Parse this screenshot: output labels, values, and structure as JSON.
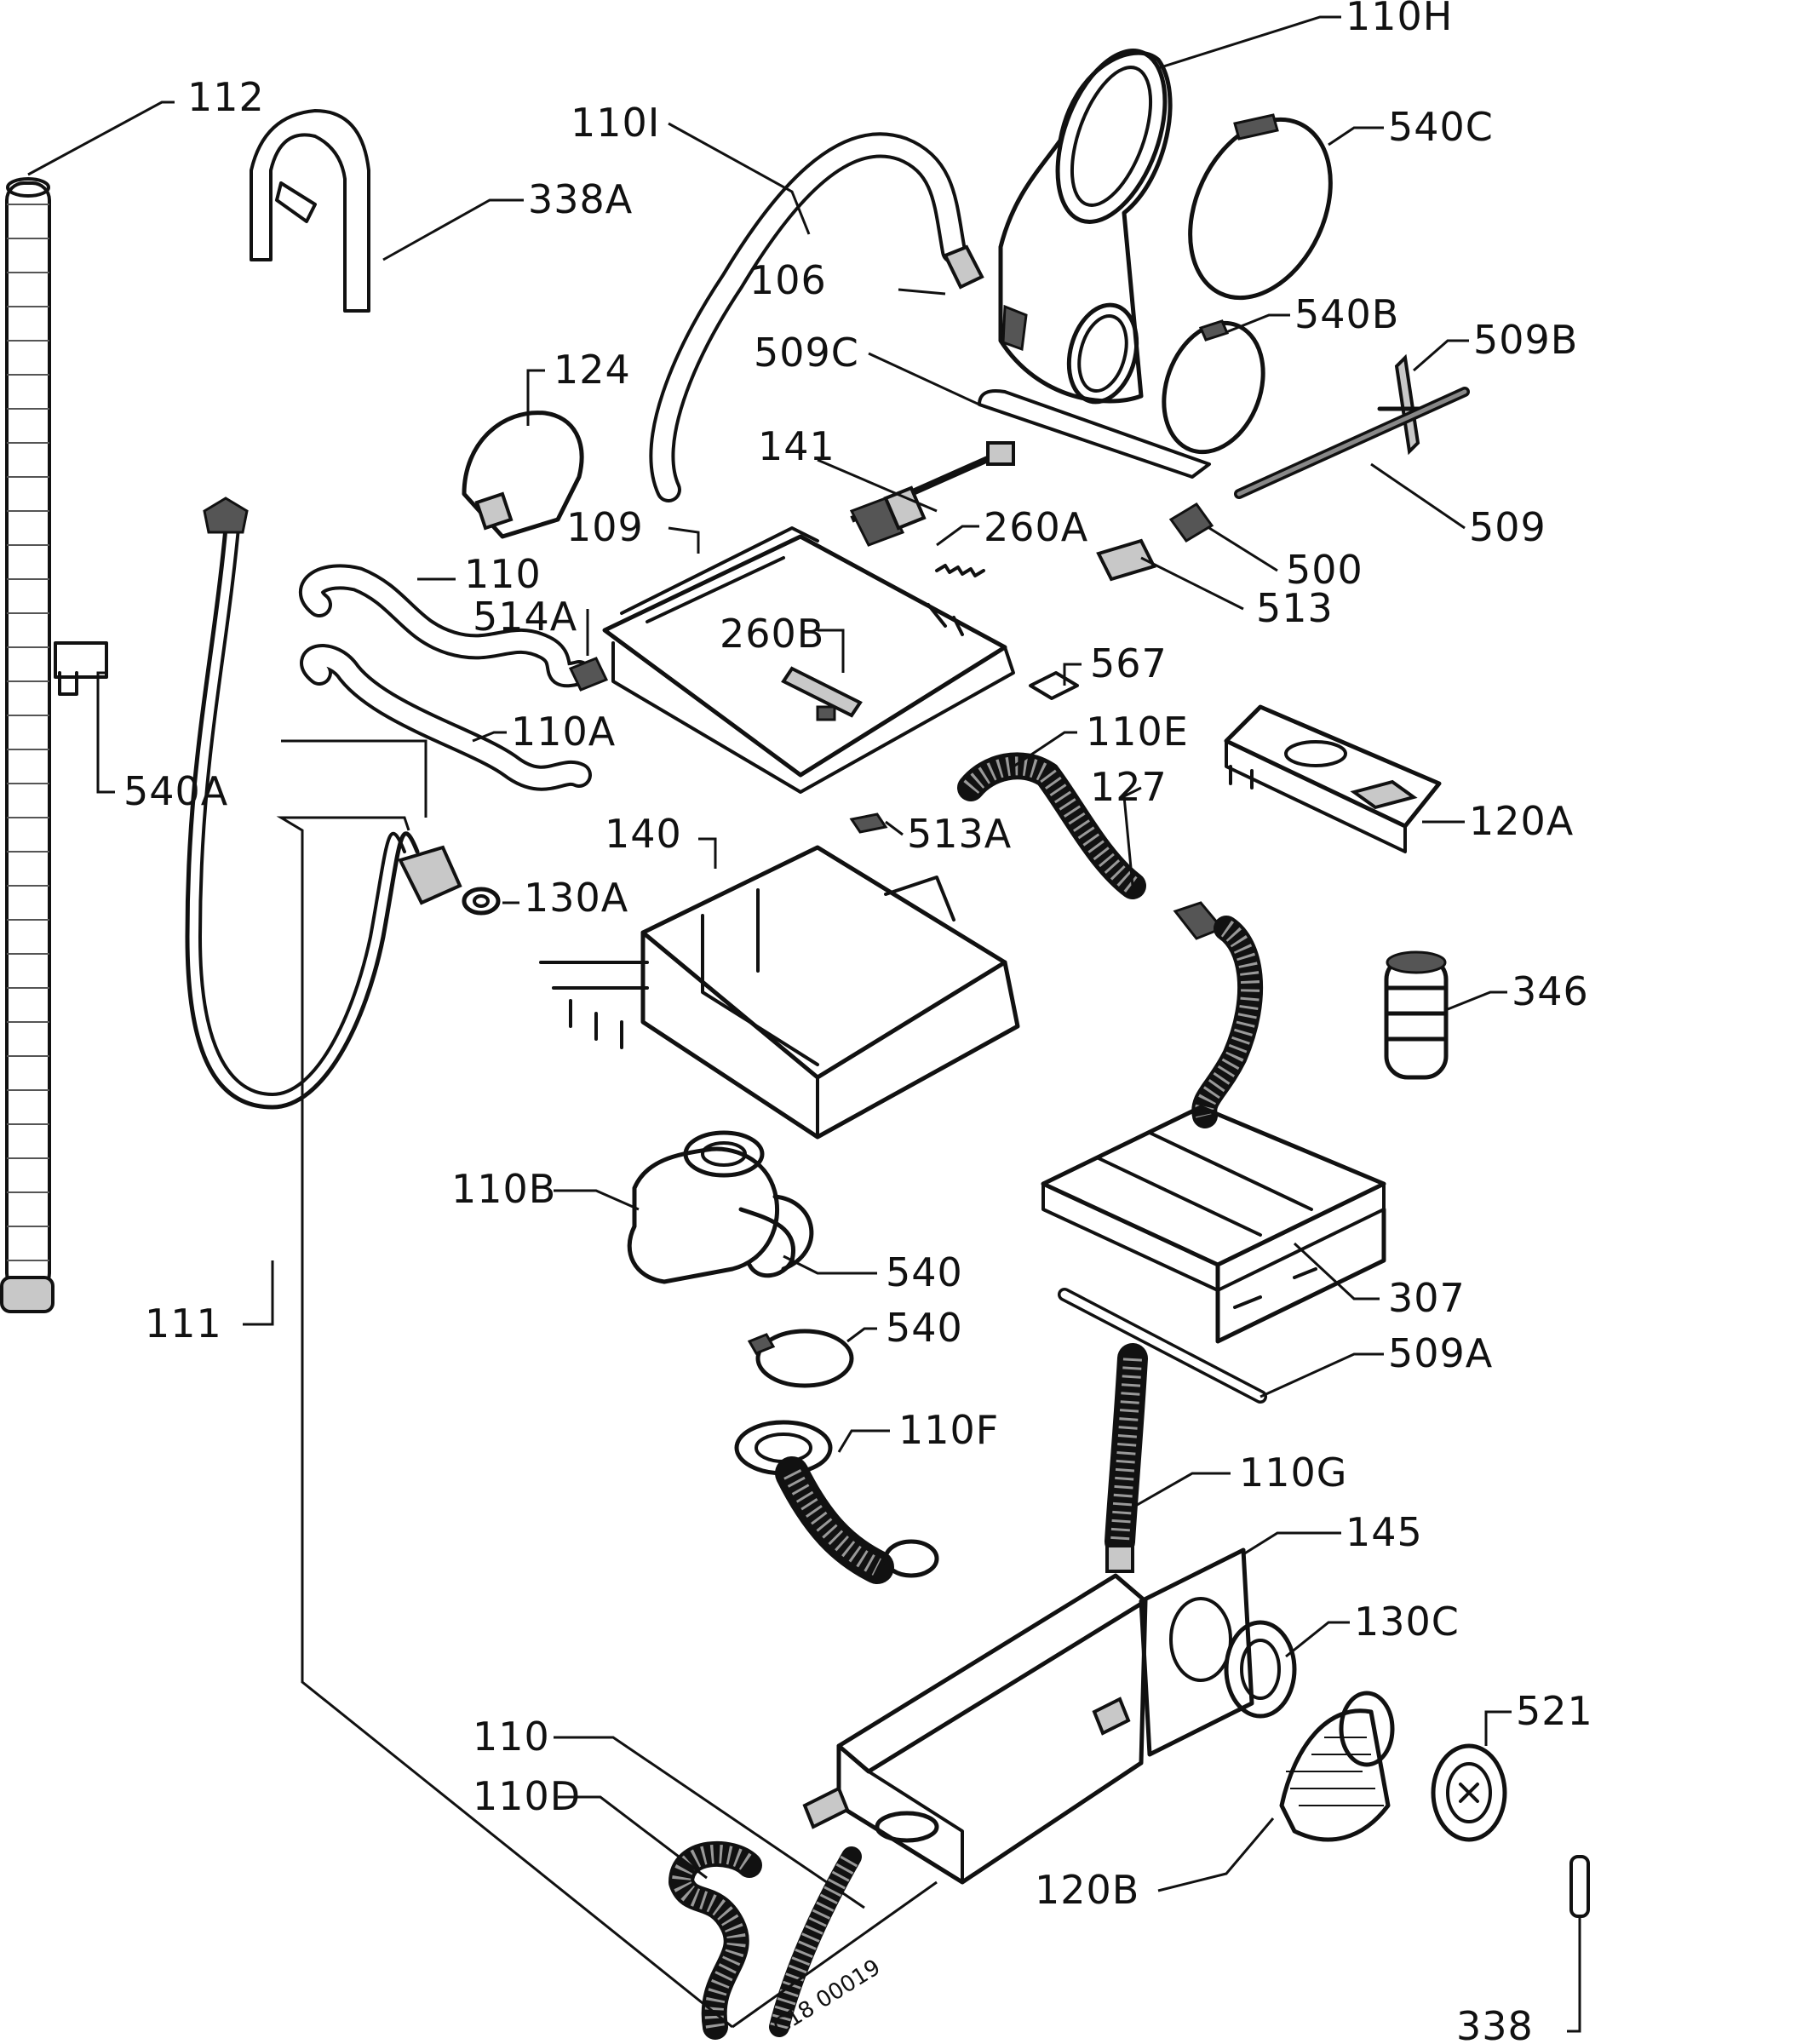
{
  "labels": {
    "l112": "112",
    "l338a": "338A",
    "l1101": "110I",
    "l110h": "110H",
    "l540c": "540C",
    "l106": "106",
    "l540b": "540B",
    "l509b": "509B",
    "l509c": "509C",
    "l124": "124",
    "l141": "141",
    "l509": "509",
    "l109": "109",
    "l260a": "260A",
    "l500": "500",
    "l110": "110",
    "l514a": "514A",
    "l513": "513",
    "l260b": "260B",
    "l567": "567",
    "l110a": "110A",
    "l110e": "110E",
    "l540a": "540A",
    "l127": "127",
    "l120a": "120A",
    "l140": "140",
    "l513a": "513A",
    "l130a": "130A",
    "l346": "346",
    "l110b": "110B",
    "l540_1": "540",
    "l307": "307",
    "l111": "111",
    "l540_2": "540",
    "l509a": "509A",
    "l110f": "110F",
    "l110g": "110G",
    "l145": "145",
    "l130c": "130C",
    "l521": "521",
    "l110_2": "110",
    "l110d": "110D",
    "l120b": "120B",
    "l338": "338",
    "drawing_code": "C18 00019"
  }
}
